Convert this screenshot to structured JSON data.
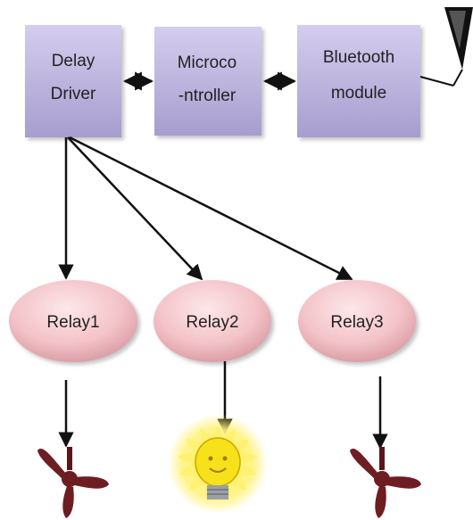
{
  "blocks": {
    "delay_driver": {
      "line1": "Delay",
      "line2": "Driver"
    },
    "microcontroller": {
      "line1": "Microco",
      "line2": "-ntroller"
    },
    "bluetooth": {
      "line1": "Bluetooth",
      "line2": "module"
    }
  },
  "relays": [
    {
      "label": "Relay1",
      "load": "fan-icon"
    },
    {
      "label": "Relay2",
      "load": "bulb-icon"
    },
    {
      "label": "Relay3",
      "load": "fan-icon"
    }
  ],
  "colors": {
    "block_fill": "#b9b0d9",
    "block_fill_dark": "#9b90c4",
    "relay_fill": "#f6c8cc",
    "relay_fill_dark": "#d99aa2",
    "arrow": "#111111",
    "fan": "#6e1d23",
    "bulb": "#f5e31b",
    "glow": "#fff27a"
  }
}
